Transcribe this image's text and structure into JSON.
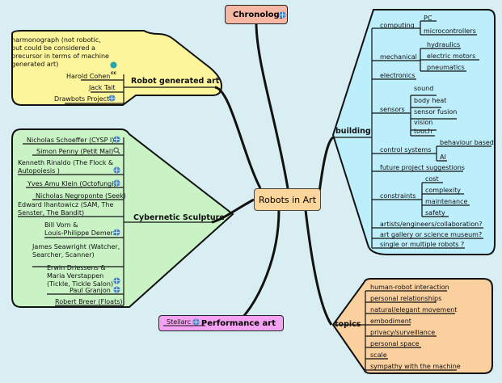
{
  "central": "Robots in Art",
  "chronology": "Chronology",
  "building": {
    "title": "building",
    "computing": "computing",
    "computing_items": [
      "PC",
      "microcontrollers"
    ],
    "mechanical": "mechanical",
    "mechanical_items": [
      "hydraulics",
      "electric motors",
      "pneumatics"
    ],
    "electronics": "electronics",
    "sensors": "sensors",
    "sensors_items": [
      "sound",
      "body heat",
      "sensor fusion",
      "vision",
      "touch"
    ],
    "control": "control systems",
    "control_items": [
      "behaviour based",
      "AI"
    ],
    "future": "future project suggestions",
    "constraints": "constraints",
    "constraints_items": [
      "cost",
      "complexity",
      "maintenance",
      "safety"
    ],
    "collab": "artists/engineers/collaboration?",
    "gallery": "art gallery or science museum?",
    "single": "single or multiple robots ?"
  },
  "topics": {
    "title": "topics",
    "items": [
      "human-robot interaction",
      "personal relationships",
      "natural/elegant movement",
      "embodiment",
      "privacy/surveillance",
      "personal space",
      "scale",
      "sympathy with the machine"
    ]
  },
  "performance": {
    "title": "Performance art",
    "stelarc": "Stellarc"
  },
  "robot_gen": {
    "title": "Robot generated art",
    "note": [
      "harmonograph (not robotic,",
      "but could be considered a",
      "precursor in terms of machine",
      "generated art)"
    ],
    "cohen": "Harold Cohen",
    "tait": "Jack Tait",
    "drawbots": "Drawbots Project"
  },
  "cyber": {
    "title": "Cybernetic Sculpture",
    "schoeffer": "Nicholas Schoeffer (CYSP I)",
    "penny": "Simon Penny (Petit Mal)",
    "rinaldo": [
      "Kenneth Rinaldo (The Flock &",
      "Autopoiesis )"
    ],
    "klein": "Yves Amu Klein (Octofungi)",
    "negroponte": "Nicholas Negroponte (Seek)",
    "ihnatowicz": [
      "Edward Ihantowicz (SAM, The",
      "Senster, The Bandit)"
    ],
    "vorn": [
      "Bill Vorn &",
      "Louis-Philippe Demers"
    ],
    "seawright": [
      "James Seawright (Watcher,",
      "Searcher, Scanner)"
    ],
    "driessens": [
      "Erwin Driessens &",
      "Maria Verstappen",
      "(Tickle, Tickle Salon)"
    ],
    "granjon": "Paul Granjon",
    "breer": "Robert Breer (Floats)"
  }
}
